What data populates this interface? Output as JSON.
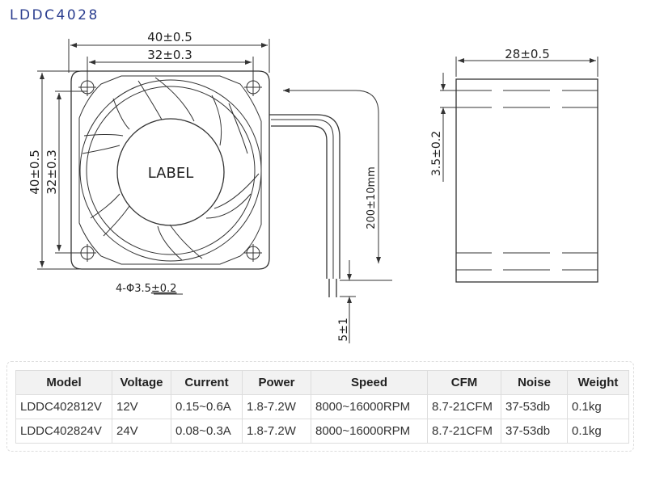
{
  "title": "LDDC4028",
  "drawing": {
    "front": {
      "outer_width": "40±0.5",
      "hole_spacing": "32±0.3",
      "outer_height": "40±0.5",
      "hole_spacing_vertical": "32±0.3",
      "label": "LABEL",
      "holes_prefix": "4-Φ3.5",
      "holes_tolerance": "±0.2",
      "wire_length": "200±10mm",
      "wire_strip": "5±1"
    },
    "side": {
      "depth": "28±0.5",
      "flange": "3.5±0.2"
    }
  },
  "specs": {
    "headers": [
      "Model",
      "Voltage",
      "Current",
      "Power",
      "Speed",
      "CFM",
      "Noise",
      "Weight"
    ],
    "rows": [
      [
        "LDDC402812V",
        "12V",
        "0.15~0.6A",
        "1.8-7.2W",
        "8000~16000RPM",
        "8.7-21CFM",
        "37-53db",
        "0.1kg"
      ],
      [
        "LDDC402824V",
        "24V",
        "0.08~0.3A",
        "1.8-7.2W",
        "8000~16000RPM",
        "8.7-21CFM",
        "37-53db",
        "0.1kg"
      ]
    ]
  }
}
